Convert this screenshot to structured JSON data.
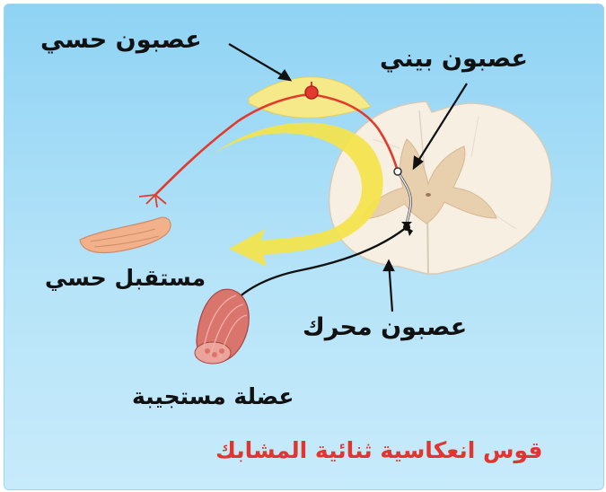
{
  "labels": {
    "sensory_neuron": "عصبون حسي",
    "interneuron": "عصبون بيني",
    "sensory_receptor": "مستقبل حسي",
    "motor_neuron": "عصبون محرك",
    "effector_muscle": "عضلة مستجيبة"
  },
  "caption": "قوس انعكاسية ثنائية المشابك",
  "colors": {
    "background": "#a6dcf5",
    "caption": "#e3342f",
    "sensory_path": "#e23b2e",
    "motor_path": "#111111",
    "arrow": "#f4e44a",
    "ganglion": "#f6e98a",
    "spinal_cord": "#f6efe2",
    "grey_matter": "#e8cfae",
    "hand": "#f2b18b",
    "muscle": "#d9756d"
  },
  "icons": [
    "arrow-icon"
  ]
}
